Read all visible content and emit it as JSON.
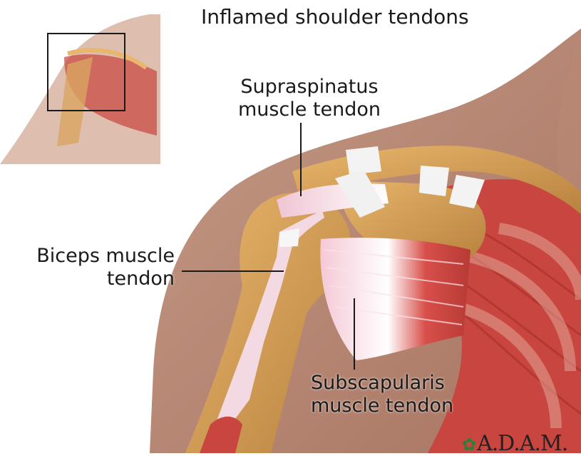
{
  "title": "Inflamed shoulder tendons",
  "labels": {
    "supraspinatus": [
      "Supraspinatus",
      "muscle tendon"
    ],
    "biceps": [
      "Biceps muscle",
      "tendon"
    ],
    "subscapularis": [
      "Subscapularis",
      "muscle tendon"
    ]
  },
  "logo": "A.D.A.M.",
  "colors": {
    "skin": "#c79a84",
    "bone": "#d9a560",
    "muscle": "#c8453f",
    "tendon": "#f1d6df",
    "inflamed_tendon": "#f3b8cc"
  }
}
